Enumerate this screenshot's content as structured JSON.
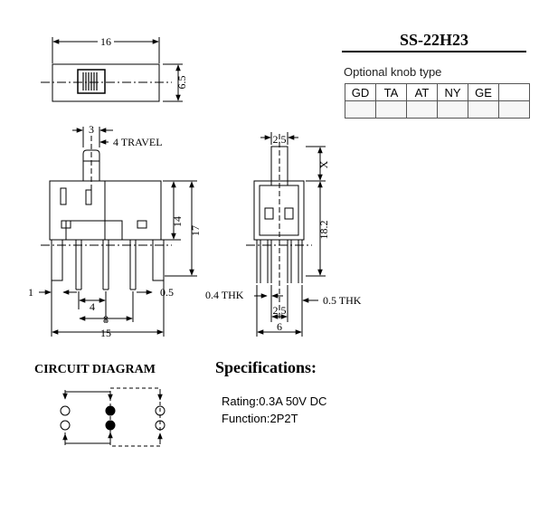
{
  "title": "SS-22H23",
  "knob_type": {
    "caption": "Optional knob type",
    "options": [
      "GD",
      "TA",
      "AT",
      "NY",
      "GE",
      ""
    ]
  },
  "dimensions": {
    "top_width": "16",
    "top_height": "6.5",
    "pitch": "3",
    "travel": "4  TRAVEL",
    "height_14": "14",
    "height_17": "17",
    "left_1": "1",
    "right_05": "0.5",
    "spacing_4": "4",
    "spacing_8": "8",
    "width_15": "15",
    "side_25_top": "2.5",
    "side_x": "X",
    "side_182": "18.2",
    "thk_04": "0.4  THK",
    "thk_05": "0.5  THK",
    "side_25_bottom": "2.5",
    "side_6": "6"
  },
  "circuit": {
    "title": "CIRCUIT DIAGRAM"
  },
  "specifications": {
    "title": "Specifications:",
    "rating": "Rating:0.3A 50V DC",
    "function": "Function:2P2T"
  }
}
